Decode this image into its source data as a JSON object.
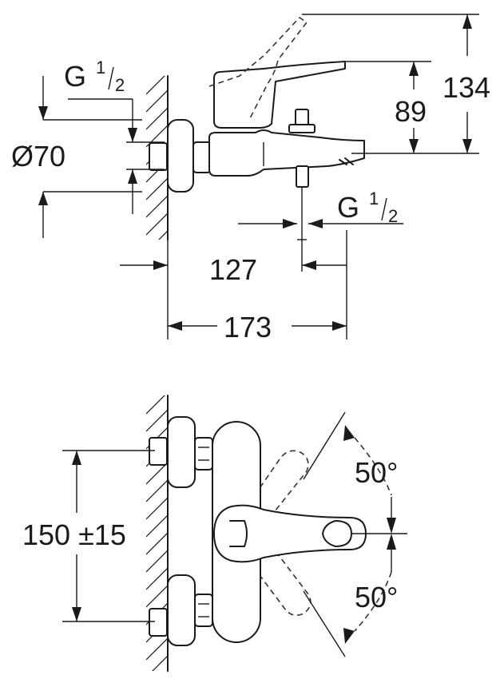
{
  "side_view": {
    "thread_top": {
      "main": "G",
      "num": "1",
      "den": "2"
    },
    "diameter": "Ø70",
    "height_total": "134",
    "height_spout": "89",
    "thread_bottom": {
      "main": "G",
      "num": "1",
      "den": "2"
    },
    "spout_reach": "127",
    "depth_total": "173"
  },
  "front_view": {
    "spacing": "150 ±15",
    "angle_up": "50°",
    "angle_down": "50°"
  }
}
